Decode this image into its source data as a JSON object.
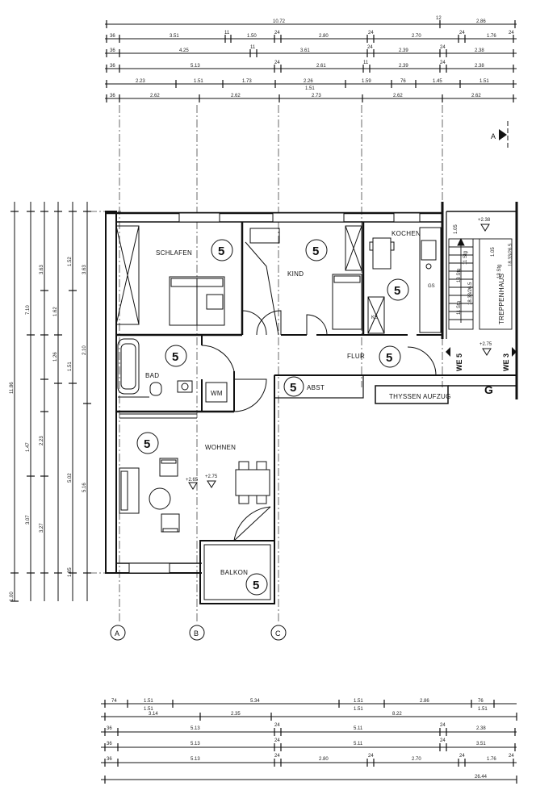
{
  "rooms": {
    "schlafen": "SCHLAFEN",
    "kind": "KIND",
    "kochen": "KOCHEN",
    "bad": "BAD",
    "wm": "WM",
    "flur": "FLUR",
    "abst": "ABST",
    "wohnen": "WOHNEN",
    "balkon": "BALKON",
    "aufzug": "THYSSEN AUFZUG",
    "treppenhaus": "TREPPENHAUS",
    "gs": "GS",
    "ks": "KS"
  },
  "room_number": "5",
  "units": {
    "we5": "WE 5",
    "we3": "WE 3",
    "g": "G"
  },
  "section_marker": "A",
  "axes": [
    "A",
    "B",
    "C"
  ],
  "levels": {
    "l1": "+2.38",
    "l2": "+2.75",
    "l3": "+2.65",
    "l4": "+2.75"
  },
  "stair": {
    "s1": "1.05",
    "s2": "1.05",
    "s3": "18.33/26.5",
    "s4": "18.33/26.5",
    "s5": "11 Stg",
    "s6": "13 Stg",
    "s7": "11 Stg",
    "s8": "13 Stg"
  },
  "top_dims": [
    [
      "10.72",
      "12",
      "2.86"
    ],
    [
      "36",
      "3.51",
      "11",
      "1.50",
      "24",
      "2.80",
      "24",
      "2.70",
      "24",
      "1.76",
      "24"
    ],
    [
      "36",
      "4.25",
      "11",
      "3.61",
      "24",
      "2.39",
      "24",
      "2.38"
    ],
    [
      "36",
      "5.13",
      "24",
      "2.61",
      "11",
      "2.39",
      "24",
      "2.38"
    ],
    [
      "2.23",
      "1.51",
      "1.73",
      "2.26",
      "1.51",
      "1.59",
      "76",
      "1.45",
      "1.51"
    ],
    [
      "36",
      "2.62",
      "2.62",
      "2.73",
      "2.62",
      "2.62"
    ]
  ],
  "bottom_dims": [
    [
      "74",
      "1.51",
      "5.34",
      "1.51",
      "2.86",
      "76"
    ],
    [
      "1.51",
      "1.51",
      "1.51"
    ],
    [
      "3.14",
      "2.35",
      "8.22"
    ],
    [
      "36",
      "5.13",
      "24",
      "5.11",
      "24",
      "2.38"
    ],
    [
      "36",
      "5.13",
      "24",
      "5.11",
      "24",
      "3.51"
    ],
    [
      "36",
      "5.13",
      "24",
      "2.80",
      "24",
      "2.70",
      "24",
      "1.76",
      "24"
    ],
    [
      "26.44"
    ]
  ],
  "left_dims": [
    [
      "11.86"
    ],
    [
      "3.07",
      "3.63",
      "7.10"
    ],
    [
      "1.47",
      "1.62",
      "1.26"
    ],
    [
      "2.23",
      "1.51",
      "3.63"
    ],
    [
      "5.02",
      "3.27",
      "2.10",
      "1.52"
    ],
    [
      "5.16",
      "1.85"
    ],
    [
      "1.00"
    ]
  ]
}
